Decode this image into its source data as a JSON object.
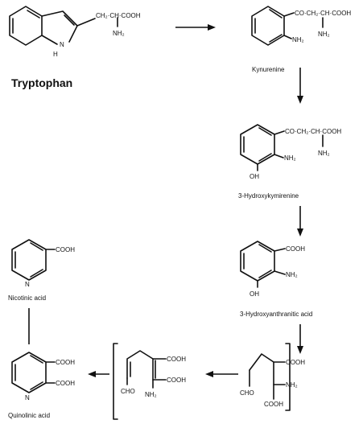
{
  "compounds": {
    "tryptophan": {
      "name": "Tryptophan",
      "chain": "CH₂·CH·COOH",
      "amine": "NH₂",
      "ring_n": "N",
      "ring_h": "H"
    },
    "kynurenine": {
      "name": "Kynurenine",
      "chain": "CO·CH₂·CH·COOH",
      "ring_amine": "NH₂",
      "chain_amine": "NH₂"
    },
    "hydroxykynurenine": {
      "name": "3-Hydroxykymirenine",
      "chain": "CO·CH₂·CH·COOH",
      "ring_amine": "NH₂",
      "chain_amine": "NH₂",
      "hydroxyl": "OH"
    },
    "hydroxyanthranilic": {
      "name": "3-Hydroxyanthranitic acid",
      "carboxyl": "COOH",
      "ring_amine": "NH₂",
      "hydroxyl": "OH"
    },
    "intermediate_1": {
      "aldehyde": "CHO",
      "carboxyl_top": "COOH",
      "amine": "NH₂",
      "carboxyl_bottom": "COOH"
    },
    "intermediate_2": {
      "aldehyde": "CHO",
      "carboxyl_top": "COOH",
      "carboxyl_bottom": "COOH",
      "amine": "NH₂"
    },
    "quinolinic": {
      "name": "Quinolinic acid",
      "carboxyl_top": "COOH",
      "carboxyl_bottom": "COOH",
      "ring_n": "N"
    },
    "nicotinic": {
      "name": "Nicotinic acid",
      "carboxyl": "COOH",
      "ring_n": "N"
    }
  }
}
